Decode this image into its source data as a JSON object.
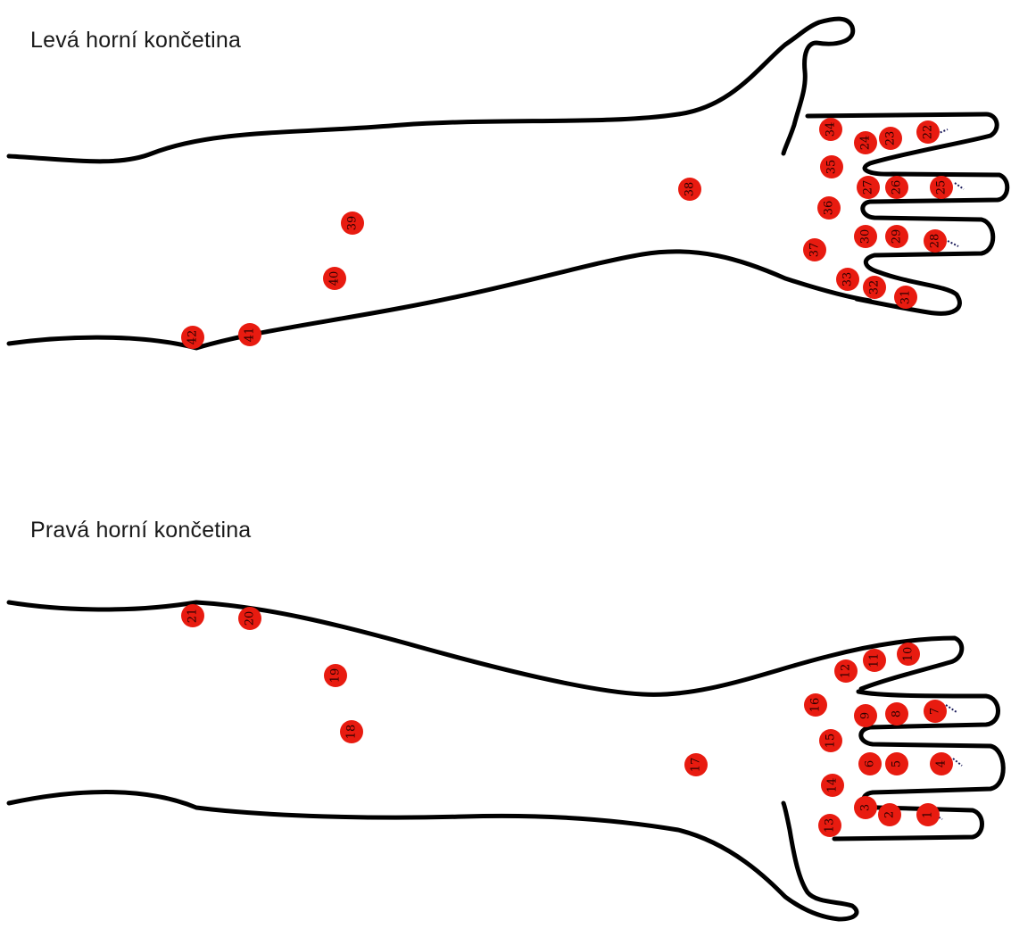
{
  "titles": {
    "left_limb": "Levá horní končetina",
    "right_limb": "Pravá horní končetina"
  },
  "colors": {
    "point": "#e81b10",
    "outline": "#000000",
    "label": "#2a0000"
  },
  "points": {
    "right": [
      "1",
      "2",
      "3",
      "4",
      "5",
      "6",
      "7",
      "8",
      "9",
      "10",
      "11",
      "12",
      "13",
      "14",
      "15",
      "16",
      "17",
      "18",
      "19",
      "20",
      "21"
    ],
    "left": [
      "22",
      "23",
      "24",
      "25",
      "26",
      "27",
      "28",
      "29",
      "30",
      "31",
      "32",
      "33",
      "34",
      "35",
      "36",
      "37",
      "38",
      "39",
      "40",
      "41",
      "42"
    ]
  }
}
